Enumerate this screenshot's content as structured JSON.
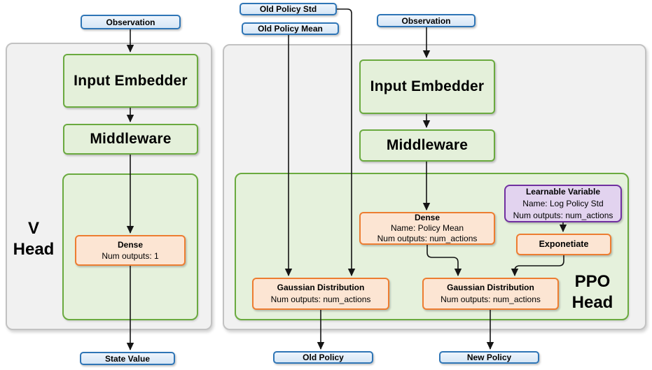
{
  "v_head": {
    "observation": "Observation",
    "input_embedder": "Input Embedder",
    "middleware": "Middleware",
    "dense": {
      "title": "Dense",
      "outputs": "Num outputs: 1"
    },
    "state_value": "State Value",
    "label_line1": "V",
    "label_line2": "Head"
  },
  "ppo_head": {
    "old_policy_std": "Old Policy Std",
    "old_policy_mean": "Old Policy Mean",
    "observation": "Observation",
    "input_embedder": "Input Embedder",
    "middleware": "Middleware",
    "dense": {
      "title": "Dense",
      "name": "Name: Policy Mean",
      "outputs": "Num outputs: num_actions"
    },
    "learnable_variable": {
      "title": "Learnable Variable",
      "name": "Name: Log Policy Std",
      "outputs": "Num outputs: num_actions"
    },
    "exponetiate": "Exponetiate",
    "gaussian_old": {
      "title": "Gaussian Distribution",
      "outputs": "Num outputs: num_actions"
    },
    "gaussian_new": {
      "title": "Gaussian Distribution",
      "outputs": "Num outputs: num_actions"
    },
    "old_policy": "Old Policy",
    "new_policy": "New Policy",
    "label_line1": "PPO",
    "label_line2": "Head"
  },
  "colors": {
    "io_border": "#2e75b6",
    "io_fill": "#dbe9f7",
    "green_border": "#6aaa3f",
    "green_fill": "#e4f0da",
    "orange_border": "#ed7d31",
    "orange_fill": "#fce5d3",
    "purple_border": "#7030a0",
    "purple_fill": "#e2d3ef",
    "panel_fill": "#f1f1f1",
    "panel_border": "#c2c2c2",
    "arrow": "#151515"
  }
}
